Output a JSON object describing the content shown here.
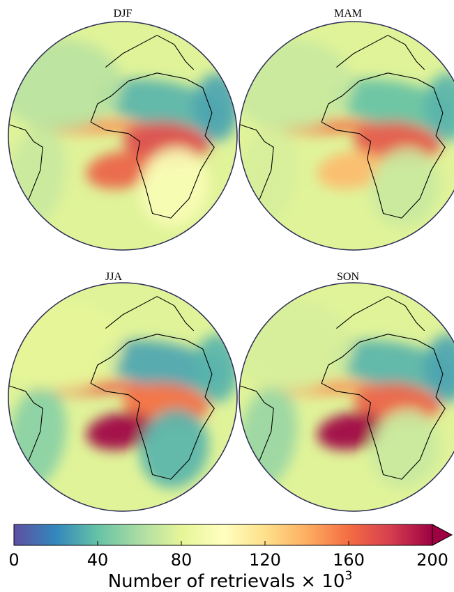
{
  "chart_data": {
    "type": "heatmap",
    "projection": "orthographic",
    "panels": [
      {
        "title": "DJF",
        "regions": [
          {
            "name": "saharan-belt",
            "value": 35
          },
          {
            "name": "arabia-east",
            "value": 30
          },
          {
            "name": "atlantic-itcz-strip",
            "value": 150
          },
          {
            "name": "central-africa",
            "value": 175
          },
          {
            "name": "south-atlantic-stratocumulus",
            "value": 165
          },
          {
            "name": "southern-africa",
            "value": 95
          },
          {
            "name": "south-america",
            "value": 70
          },
          {
            "name": "north-atlantic",
            "value": 65
          }
        ]
      },
      {
        "title": "MAM",
        "regions": [
          {
            "name": "saharan-belt",
            "value": 40
          },
          {
            "name": "arabia-east",
            "value": 35
          },
          {
            "name": "atlantic-itcz-strip",
            "value": 160
          },
          {
            "name": "central-africa",
            "value": 170
          },
          {
            "name": "south-atlantic-stratocumulus",
            "value": 135
          },
          {
            "name": "southern-africa",
            "value": 70
          },
          {
            "name": "south-america",
            "value": 75
          },
          {
            "name": "north-atlantic",
            "value": 70
          }
        ]
      },
      {
        "title": "JJA",
        "regions": [
          {
            "name": "saharan-belt",
            "value": 30
          },
          {
            "name": "arabia-east",
            "value": 35
          },
          {
            "name": "atlantic-itcz-strip",
            "value": 165
          },
          {
            "name": "central-africa",
            "value": 160
          },
          {
            "name": "south-atlantic-stratocumulus",
            "value": 200
          },
          {
            "name": "southern-africa",
            "value": 35
          },
          {
            "name": "south-america",
            "value": 50
          },
          {
            "name": "north-atlantic",
            "value": 80
          }
        ]
      },
      {
        "title": "SON",
        "regions": [
          {
            "name": "saharan-belt",
            "value": 35
          },
          {
            "name": "arabia-east",
            "value": 30
          },
          {
            "name": "atlantic-itcz-strip",
            "value": 150
          },
          {
            "name": "central-africa",
            "value": 165
          },
          {
            "name": "south-atlantic-stratocumulus",
            "value": 200
          },
          {
            "name": "southern-africa",
            "value": 70
          },
          {
            "name": "south-america",
            "value": 55
          },
          {
            "name": "north-atlantic",
            "value": 75
          }
        ]
      }
    ],
    "colorbar": {
      "label": "Number of retrievals × 10",
      "label_superscript": "3",
      "min": 0,
      "max": 200,
      "ticks": [
        0,
        40,
        80,
        120,
        160,
        200
      ],
      "extend": "max",
      "colormap": "Spectral_r",
      "colors": [
        "#5e4fa2",
        "#3288bd",
        "#66c2a5",
        "#abdda4",
        "#e6f598",
        "#ffffbf",
        "#fee08b",
        "#fdae61",
        "#f46d43",
        "#d53e4f",
        "#9e0142"
      ]
    },
    "coastline_color": "#000000"
  }
}
